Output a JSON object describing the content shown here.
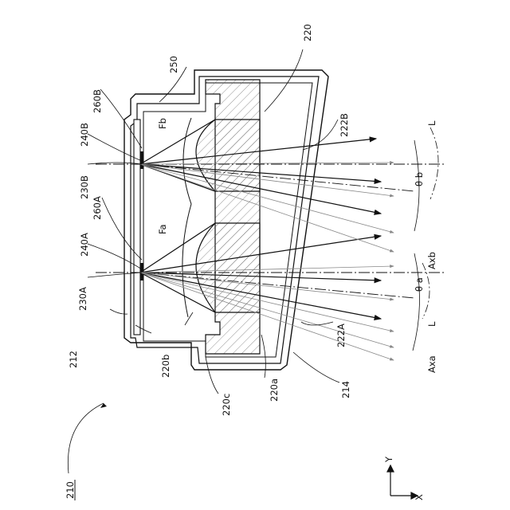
{
  "figure_label": "210",
  "axes": {
    "y": "Y",
    "x": "X"
  },
  "labels": {
    "l212": "212",
    "l214": "214",
    "l220": "220",
    "l220a": "220a",
    "l220b": "220b",
    "l220c": "220c",
    "l222A": "222A",
    "l222B": "222B",
    "l230A": "230A",
    "l230B": "230B",
    "l240A": "240A",
    "l240B": "240B",
    "l250": "250",
    "l260A": "260A",
    "l260B": "260B",
    "lFa": "Fa",
    "lFb": "Fb",
    "lL_top": "L",
    "lL_bottom": "L",
    "lAxa": "Axa",
    "lAxb": "Axb",
    "ltheta_a": "θ a",
    "ltheta_b": "θ b"
  },
  "colors": {
    "line": "#111111",
    "hatch": "#555555",
    "ray_light": "#888888"
  }
}
